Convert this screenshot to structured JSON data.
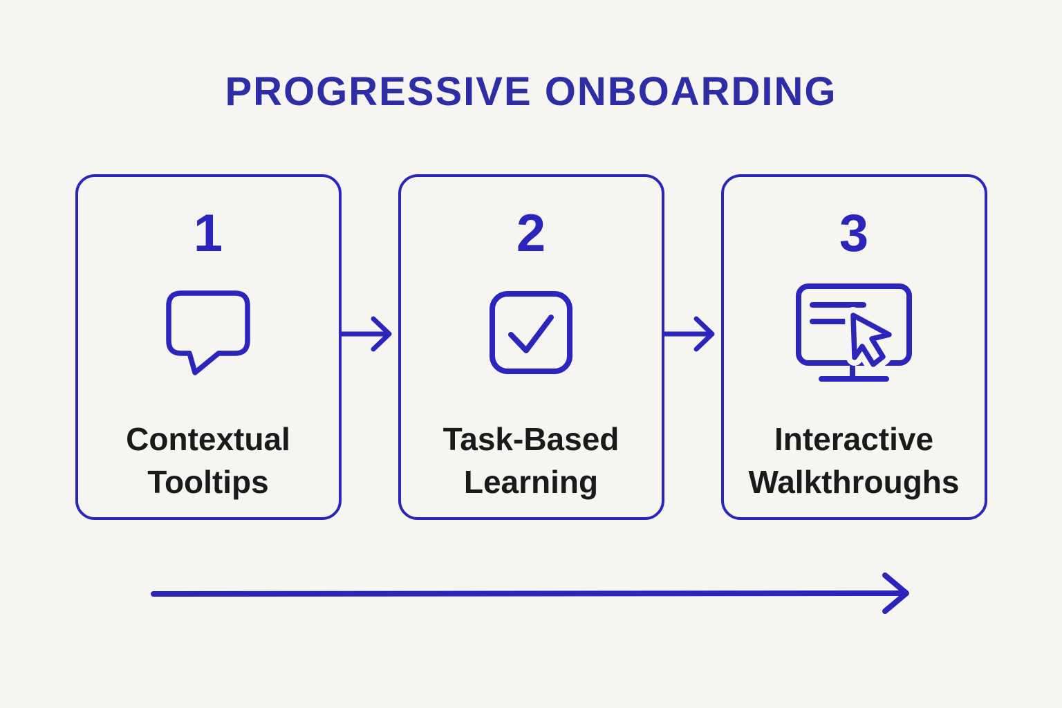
{
  "title": "PROGRESSIVE ONBOARDING",
  "colors": {
    "background": "#f6f5f2",
    "accent": "#2b25bb",
    "title_text": "#2d2da6",
    "label_text": "#1a1a1a"
  },
  "steps": [
    {
      "number": "1",
      "label": "Contextual Tooltips",
      "icon": "speech-bubble-icon"
    },
    {
      "number": "2",
      "label": "Task-Based Learning",
      "icon": "checkbox-check-icon"
    },
    {
      "number": "3",
      "label": "Interactive Walkthroughs",
      "icon": "monitor-cursor-icon"
    }
  ],
  "flow": {
    "direction": "left-to-right"
  }
}
